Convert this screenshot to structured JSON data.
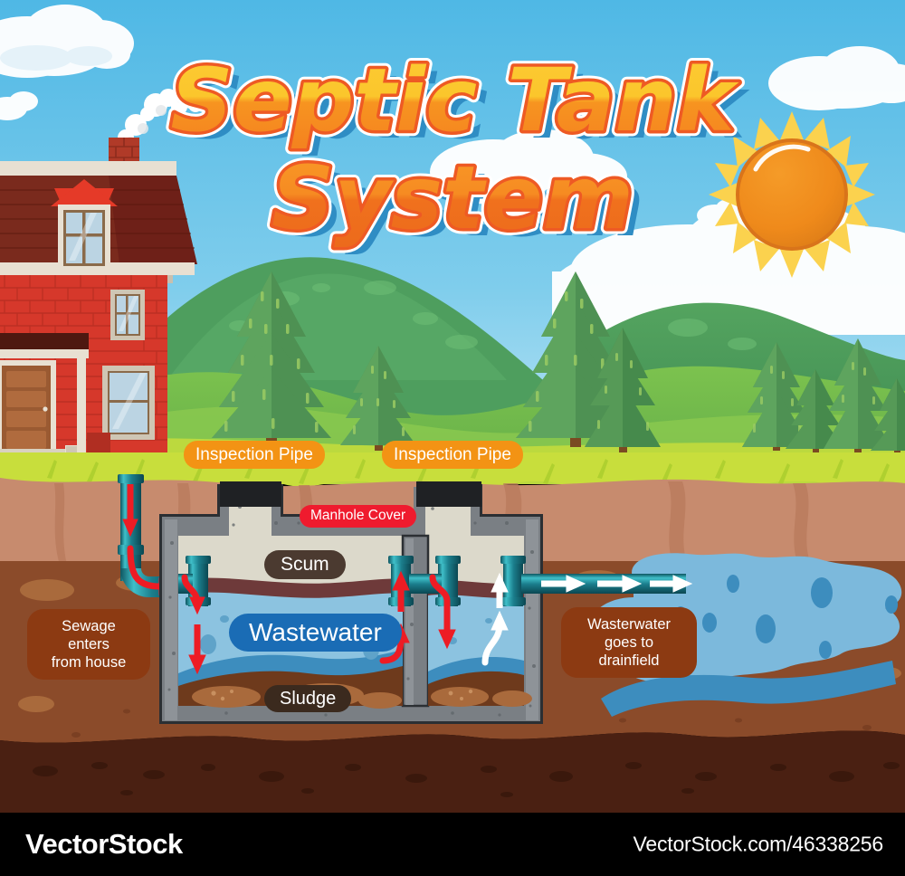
{
  "title": {
    "line1": "Septic Tank",
    "line2": "System",
    "color_fill_top": "#FBC82E",
    "color_fill_bottom": "#F58020",
    "color_stroke": "#EE5A24",
    "color_outline": "#FFFFFF",
    "color_shadow": "#2F8DC4"
  },
  "labels": {
    "inspection_pipe_left": "Inspection Pipe",
    "inspection_pipe_right": "Inspection Pipe",
    "manhole_cover": "Manhole Cover",
    "scum": "Scum",
    "wastewater": "Wastewater",
    "sludge": "Sludge",
    "sewage_enters": "Sewage enters\nfrom house",
    "goes_to_drainfield": "Wasterwater\ngoes to drainfield"
  },
  "label_colors": {
    "inspection_pipe": "#F39314",
    "manhole_cover": "#EF1B2E",
    "scum": "#4B3A30",
    "sludge": "#3B2A1E",
    "wastewater": "#1A6CB5",
    "sewage_enters": "#8C3A12",
    "goes_to_drainfield": "#8C3A12"
  },
  "scene_colors": {
    "sky_top": "#54BCE6",
    "sky_bottom": "#A8DDF2",
    "cloud": "#FFFFFF",
    "sun_disc": "#F08A1E",
    "sun_rim": "#D9741A",
    "sun_rays": "#FBD24E",
    "hill_far": "#4E9E5E",
    "hill_mid": "#6DB85C",
    "hill_near": "#8DC63F",
    "grass": "#C8DE3C",
    "tree_dark": "#3F7A45",
    "tree_mid": "#4E9153",
    "tree_light": "#6FAE57",
    "tree_trunk": "#7A4A22",
    "house_brick": "#D6382B",
    "house_roof": "#6E2018",
    "house_roof_front": "#A32A1E",
    "house_trim": "#E8E0D2",
    "house_door": "#9A5A32",
    "window_glass": "#BBD4E3",
    "soil_top": "#C78B6E",
    "soil_mid": "#8B4B2A",
    "soil_deep": "#4A2012",
    "rock": "#A96A3C",
    "tank_concrete": "#7A7F84",
    "tank_outline": "#2B2F33",
    "tank_interior": "#DCD9CB",
    "manhole_black": "#1F2124",
    "scum_layer": "#6E3A3A",
    "water_light": "#8CC3E0",
    "water_dark": "#3D8DBE",
    "sludge_brown": "#6E3A1C",
    "pipe_teal": "#1B7E8C",
    "pipe_teal_dark": "#0E5560",
    "pipe_teal_light": "#3FBFC9",
    "arrow_red": "#ED1C24",
    "arrow_white": "#FFFFFF",
    "drainfield_water": "#7CB9DC",
    "drainfield_water_dark": "#3D8DBE"
  },
  "footer": {
    "brand": "VectorStock",
    "url": "VectorStock.com/46338256",
    "background": "#000000",
    "text_color": "#FFFFFF"
  }
}
